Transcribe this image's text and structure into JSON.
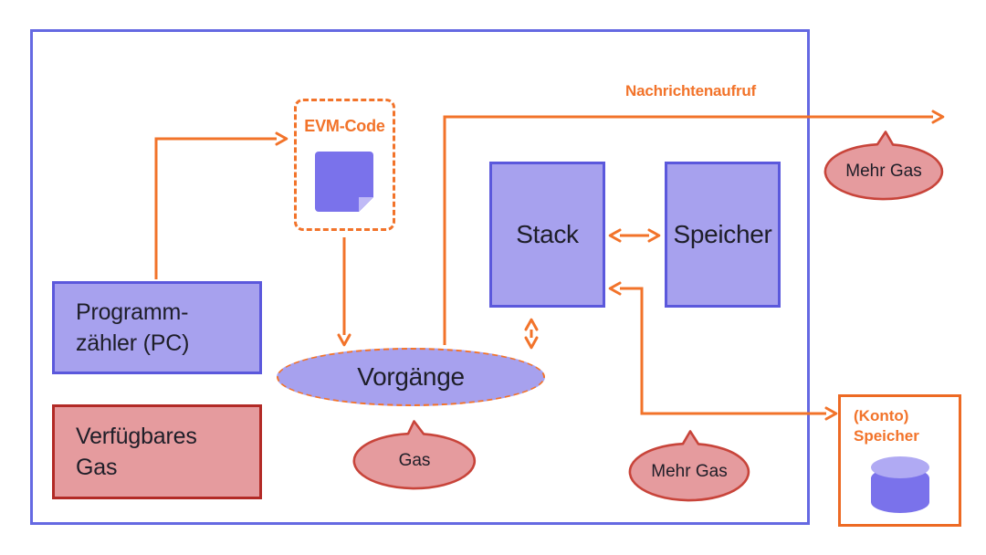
{
  "colors": {
    "background": "#ffffff",
    "orange_accent": "#f2732a",
    "purple_fill": "#a7a1ee",
    "purple_border": "#5b58dc",
    "outer_frame_border": "#6569e2",
    "pink_bubble_fill": "#e59b9e",
    "pink_bubble_border": "#c8443a",
    "red_box_fill": "#e59b9e",
    "red_box_border": "#b22a26",
    "icon_purple": "#7a72eb",
    "icon_purple_light": "#c0baf6",
    "text": "#1e1e28"
  },
  "nodes": {
    "evm_code": {
      "label": "EVM-Code",
      "icon": "document-note-icon"
    },
    "stack": {
      "label": "Stack"
    },
    "memory": {
      "label": "Speicher"
    },
    "program_counter": {
      "line1": "Programm-",
      "line2": "zähler (PC)"
    },
    "available_gas": {
      "line1": "Verfügbares",
      "line2": "Gas"
    },
    "operations": {
      "label": "Vorgänge"
    },
    "account_storage": {
      "line1": "(Konto)",
      "line2": "Speicher",
      "icon": "database-cylinder-icon"
    }
  },
  "bubbles": {
    "gas": {
      "label": "Gas"
    },
    "more_gas_right": {
      "label": "Mehr Gas"
    },
    "more_gas_bottom": {
      "label": "Mehr Gas"
    }
  },
  "arrows": {
    "message_call_label": "Nachrichtenaufruf"
  }
}
